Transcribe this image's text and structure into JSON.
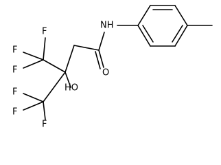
{
  "molecule": {
    "labels": {
      "f1": "F",
      "f2": "F",
      "f3": "F",
      "f4": "F",
      "f5": "F",
      "f6": "F",
      "hydroxyl": "HO",
      "amide_nh": "NH",
      "carbonyl_o": "O"
    },
    "line_color": "#000000",
    "background_color": "#ffffff"
  }
}
